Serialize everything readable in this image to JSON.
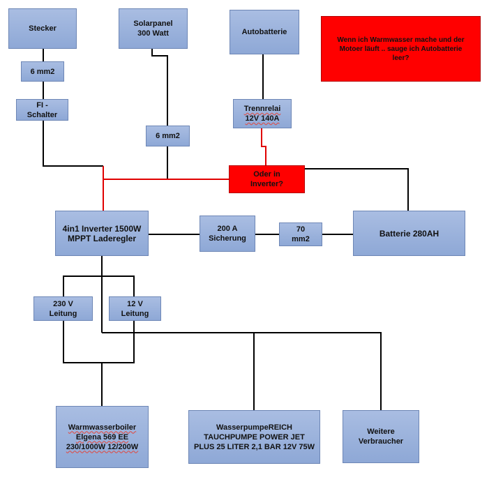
{
  "boxes": {
    "stecker": "Stecker",
    "solarpanel": "Solarpanel\n300 Watt",
    "autobatterie": "Autobatterie",
    "note": "Wenn ich Warmwasser mache und der\nMotoer läuft .. sauge ich Autobatterie\nleer?",
    "cable_stecker": "6 mm2",
    "fi_schalter": "FI -\nSchalter",
    "trennrelai": "Trennrelai\n12V 140A",
    "cable_solar": "6 mm2",
    "oder_inverter": "Oder in\nInverter?",
    "inverter": "4in1 Inverter 1500W\nMPPT Laderegler",
    "sicherung": "200 A\nSicherung",
    "cable_battery": "70\nmm2",
    "batterie": "Batterie 280AH",
    "leitung_230": "230 V\nLeitung",
    "leitung_12": "12 V\nLeitung",
    "boiler": "Warmwasserboiler\nElgena 569 EE\n230/1000W 12/200W",
    "pumpe": "WasserpumpeREICH\nTAUCHPUMPE POWER JET\nPLUS 25 LITER 2,1 BAR 12V 75W",
    "verbraucher": "Weitere\nVerbraucher"
  },
  "colors": {
    "box_fill": "#8ea8d6",
    "box_border": "#6d86b5",
    "alert_fill": "#ff0000",
    "wire": "#000000",
    "alt_wire": "#e00000"
  }
}
